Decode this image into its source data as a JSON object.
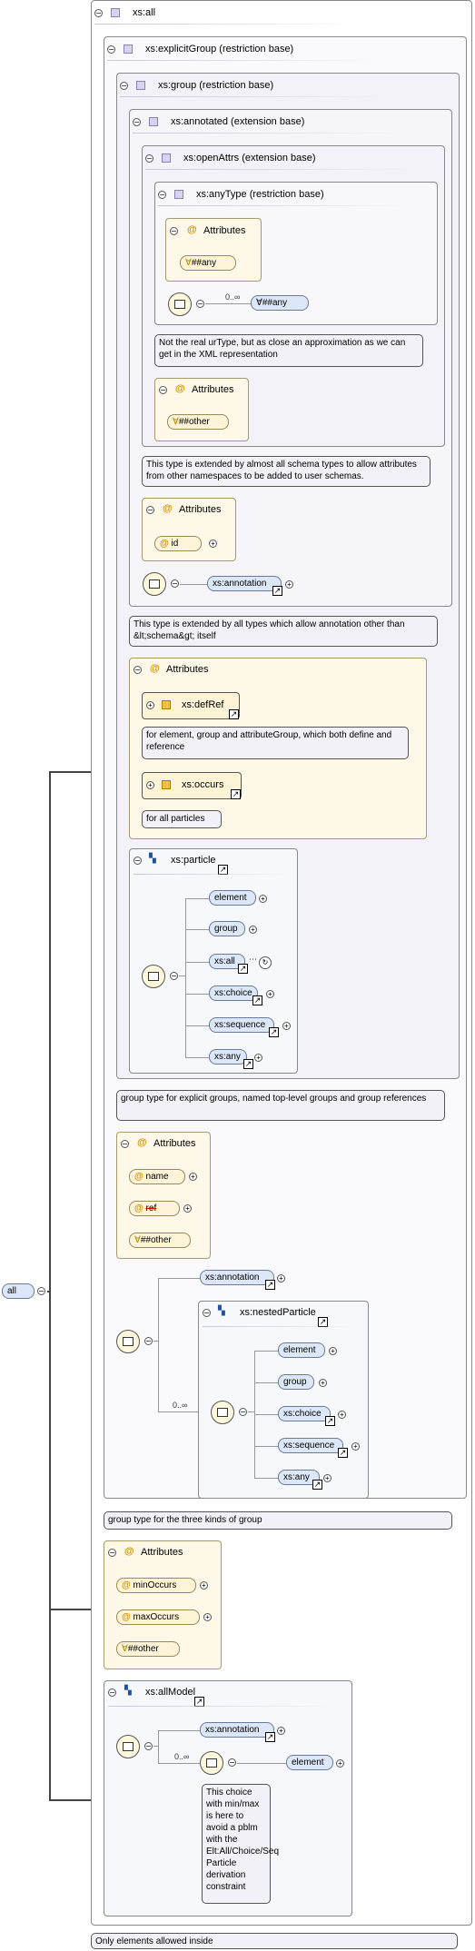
{
  "root": {
    "label": "all"
  },
  "all_box": {
    "title": "xs:all",
    "note": "Only elements allowed inside"
  },
  "explicit_group": {
    "title": "xs:explicitGroup (restriction base)",
    "note": "group type for the three kinds of group"
  },
  "group": {
    "title": "xs:group (restriction base)",
    "note": "group type for explicit groups, named top-level groups and group references"
  },
  "annotated": {
    "title": "xs:annotated (extension base)",
    "note": "This type is extended by all types which allow annotation other than &lt;schema&gt; itself"
  },
  "open_attrs": {
    "title": "xs:openAttrs (extension base)",
    "note": "This type is extended by almost all schema types to allow attributes from other namespaces to be added to user schemas."
  },
  "any_type": {
    "title": "xs:anyType (restriction base)",
    "note": "Not the real urType, but as close an approximation as we can get in the XML representation"
  },
  "labels": {
    "attributes": "Attributes",
    "any": "##any",
    "other": "##other",
    "occurs_unbounded": "0..∞"
  },
  "annotated_content": {
    "id": "id",
    "annotation": "xs:annotation"
  },
  "group_attrs": {
    "def_ref": "xs:defRef",
    "def_ref_note": "for element, group and attributeGroup, which both define and reference",
    "occurs": "xs:occurs",
    "occurs_note": "for all particles"
  },
  "particle": {
    "title": "xs:particle",
    "items": [
      "element",
      "group",
      "xs:all",
      "xs:choice",
      "xs:sequence",
      "xs:any"
    ]
  },
  "explicit_attrs": {
    "name": "name",
    "ref": "ref"
  },
  "explicit_content": {
    "annotation": "xs:annotation"
  },
  "nested_particle": {
    "title": "xs:nestedParticle",
    "items": [
      "element",
      "group",
      "xs:choice",
      "xs:sequence",
      "xs:any"
    ]
  },
  "all_attrs": {
    "min": "minOccurs",
    "max": "maxOccurs"
  },
  "all_model": {
    "title": "xs:allModel",
    "annotation": "xs:annotation",
    "element": "element",
    "note": "This choice with min/max is here to avoid a pblm with the Elt:All/Choice/Seq Particle derivation constraint"
  },
  "colors": {
    "attr": "#d49000",
    "type_icon": "#8a7fb8",
    "particle_icon": "#2050a0",
    "pill": "#dce7f7"
  }
}
